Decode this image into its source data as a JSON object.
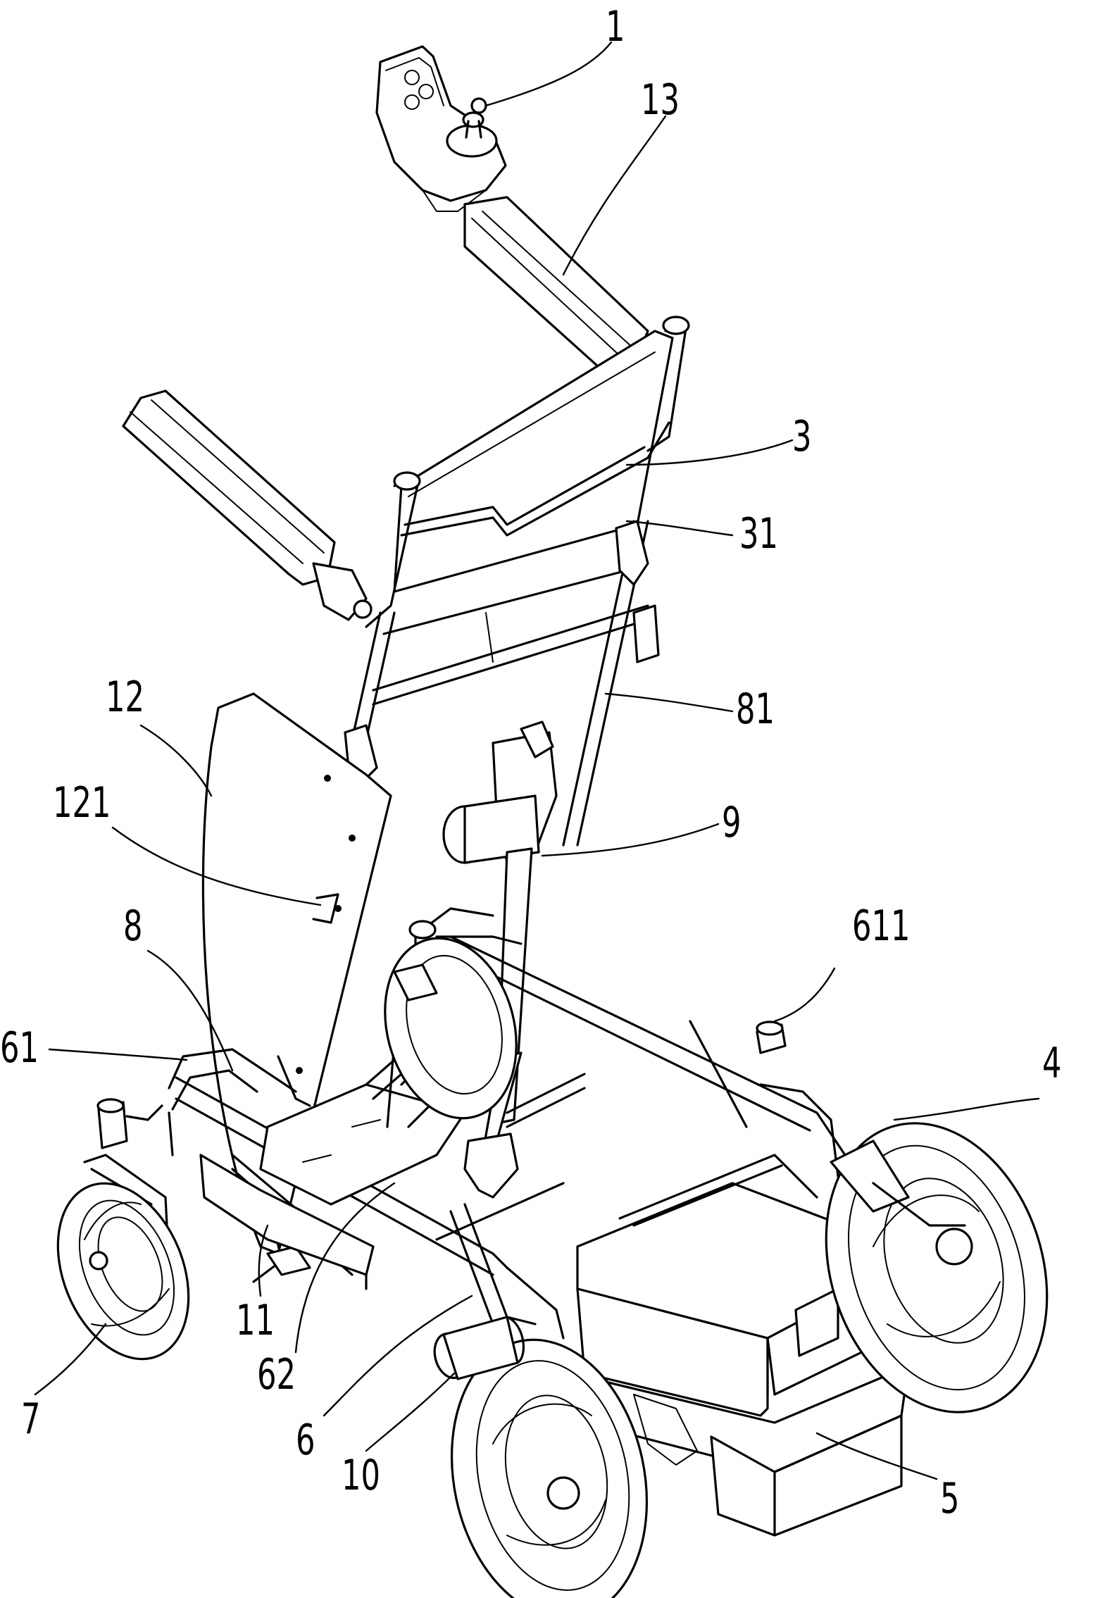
{
  "callouts": {
    "c1": "1",
    "c13": "13",
    "c3": "3",
    "c31": "31",
    "c81": "81",
    "c12": "12",
    "c121": "121",
    "c9": "9",
    "c8": "8",
    "c611": "611",
    "c61": "61",
    "c4": "4",
    "c11": "11",
    "c62": "62",
    "c7": "7",
    "c6": "6",
    "c10": "10",
    "c5": "5"
  },
  "colors": {
    "ink": "#000000",
    "paper": "#ffffff"
  }
}
